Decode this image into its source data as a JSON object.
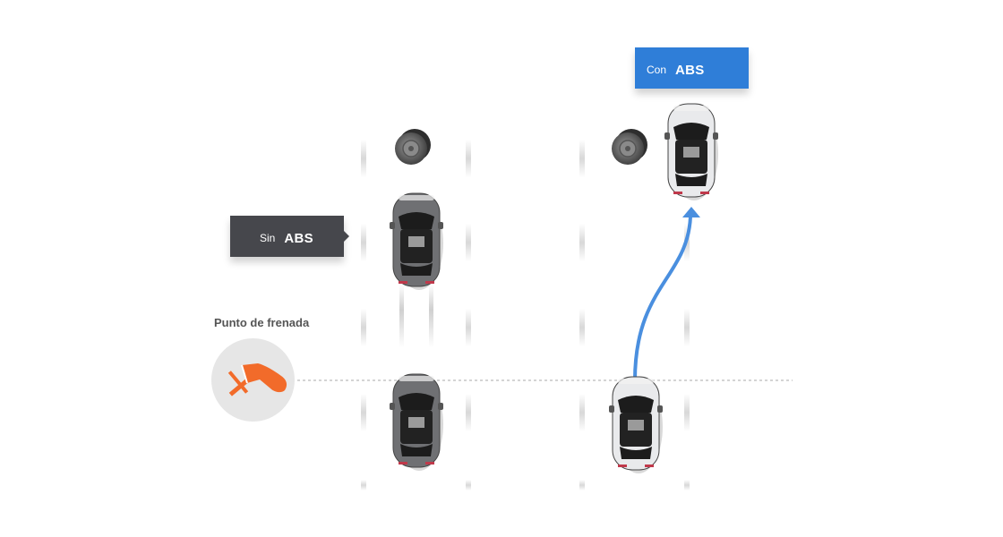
{
  "labels": {
    "without_abs": {
      "prefix": "Sin",
      "abs": "ABS"
    },
    "with_abs": {
      "prefix": "Con",
      "abs": "ABS"
    },
    "brake_point": "Punto de frenada"
  },
  "colors": {
    "without_abs_tag": "#46474c",
    "with_abs_tag": "#2f7ed8",
    "trajectory_arrow": "#4a8fdf",
    "brake_icon": "#f26b2a",
    "car_dark_body": "#6f7073",
    "car_light_body": "#e9eaec"
  },
  "icons": {
    "brake": "shoe-pressing-pedal-icon",
    "obstacle": "tire-obstacle-icon"
  }
}
